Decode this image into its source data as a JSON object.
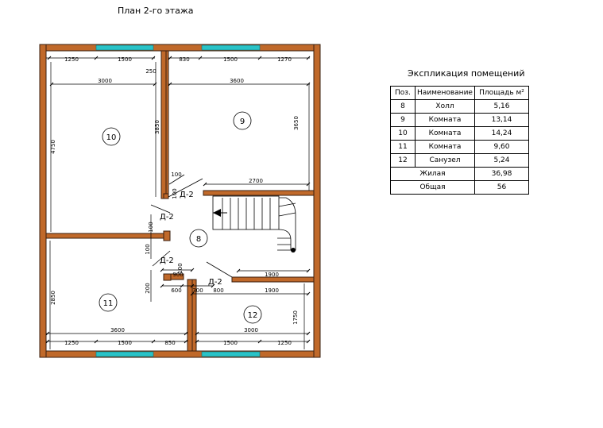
{
  "plan_title": "План 2-го этажа",
  "explication": {
    "title": "Экспликация помещений",
    "headers": [
      "Поз.",
      "Наименование",
      "Площадь м²"
    ],
    "rows": [
      [
        "8",
        "Холл",
        "5,16"
      ],
      [
        "9",
        "Комната",
        "13,14"
      ],
      [
        "10",
        "Комната",
        "14,24"
      ],
      [
        "11",
        "Комната",
        "9,60"
      ],
      [
        "12",
        "Санузел",
        "5,24"
      ]
    ],
    "totals": [
      [
        "Жилая",
        "36,98"
      ],
      [
        "Общая",
        "56"
      ]
    ]
  },
  "rooms": {
    "r8": "8",
    "r9": "9",
    "r10": "10",
    "r11": "11",
    "r12": "12"
  },
  "doors": {
    "d1": "Д-2",
    "d2": "Д-2",
    "d3": "Д-2",
    "d4": "Д-2"
  },
  "dims": {
    "top_1250": "1250",
    "top_1500a": "1500",
    "top_830": "830",
    "top_1500b": "1500",
    "top_1270": "1270",
    "r10_3000": "3000",
    "r9_3600": "3600",
    "d_250": "250",
    "r10_4750": "4750",
    "r10_3850": "3850",
    "r9_3650": "3650",
    "d_100a": "100",
    "d_100b": "100",
    "st_2700": "2700",
    "d_100c": "100",
    "d_100d": "100",
    "d_100e": "100",
    "m_900": "900",
    "m_1900a": "1900",
    "m_200": "200",
    "m_600": "600",
    "m_300": "300",
    "m_800": "800",
    "m_1900b": "1900",
    "r11_2850": "2850",
    "r11_3600": "3600",
    "r12_3000": "3000",
    "r12_1750": "1750",
    "bot_1250a": "1250",
    "bot_1500a": "1500",
    "bot_850": "850",
    "bot_1500b": "1500",
    "bot_1250b": "1250"
  },
  "colors": {
    "wall": "#c0692a",
    "wall_edge": "#3a2010",
    "window": "#29c3c7",
    "line": "#000000"
  }
}
